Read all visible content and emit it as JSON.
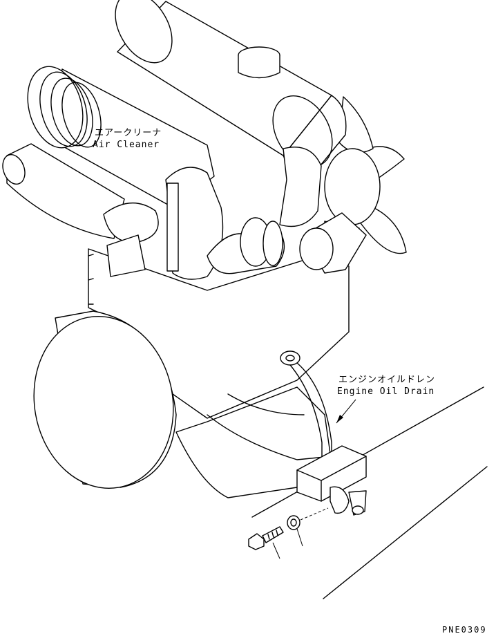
{
  "labels": {
    "air_cleaner_jp": "エアークリーナ",
    "air_cleaner_en": "Air Cleaner",
    "engine_oil_drain_jp": "エンジンオイルドレン",
    "engine_oil_drain_en": "Engine Oil Drain",
    "drawing_code": "PNE0309"
  }
}
